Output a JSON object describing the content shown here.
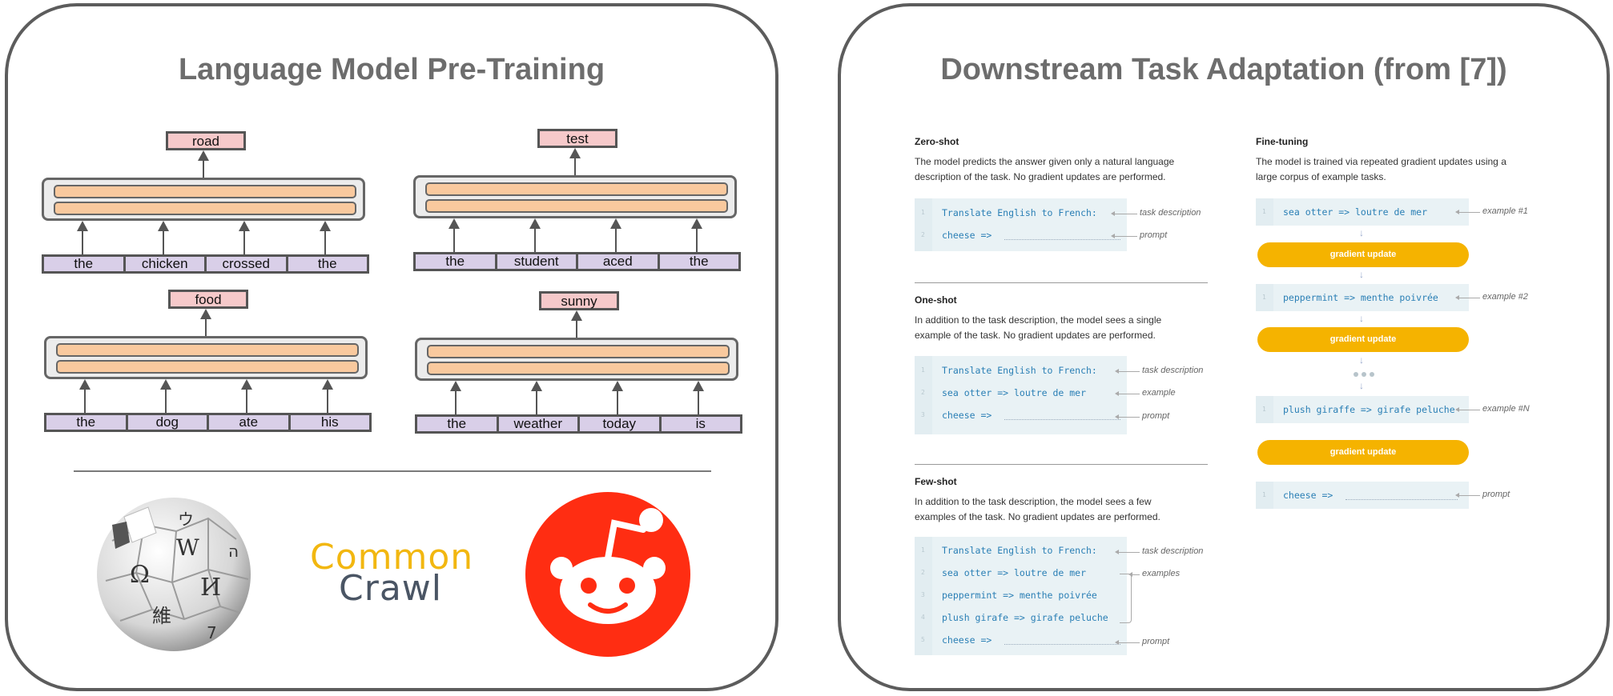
{
  "left_panel": {
    "title": "Language Model Pre-Training",
    "diagrams": [
      {
        "output": "road",
        "tokens": [
          "the",
          "chicken",
          "crossed",
          "the"
        ]
      },
      {
        "output": "test",
        "tokens": [
          "the",
          "student",
          "aced",
          "the"
        ]
      },
      {
        "output": "food",
        "tokens": [
          "the",
          "dog",
          "ate",
          "his"
        ]
      },
      {
        "output": "sunny",
        "tokens": [
          "the",
          "weather",
          "today",
          "is"
        ]
      }
    ],
    "logos": {
      "wikipedia": {
        "icon": "wikipedia-globe-icon",
        "glyphs": [
          "Ω",
          "W",
          "И",
          "維",
          "ウ",
          "7",
          "ה"
        ]
      },
      "common_crawl": {
        "line1": "Common",
        "line2": "Crawl",
        "color1": "#f2b710",
        "color2": "#4a5564"
      },
      "reddit": {
        "icon": "reddit-alien-icon",
        "color": "#ff2d12"
      }
    }
  },
  "right_panel": {
    "title": "Downstream Task Adaptation (from [7])",
    "zero_shot": {
      "title": "Zero-shot",
      "desc": [
        "The model predicts the answer given only a natural language",
        "description of the task. No gradient updates are performed."
      ],
      "lines": [
        "Translate English to French:",
        "cheese =>"
      ],
      "numbers": [
        "1",
        "2"
      ],
      "annotations": [
        "task description",
        "prompt"
      ]
    },
    "one_shot": {
      "title": "One-shot",
      "desc": [
        "In addition to the task description, the model sees a single",
        "example of the task. No gradient updates are performed."
      ],
      "lines": [
        "Translate English to French:",
        "sea otter => loutre de mer",
        "cheese =>"
      ],
      "numbers": [
        "1",
        "2",
        "3"
      ],
      "annotations": [
        "task description",
        "example",
        "prompt"
      ]
    },
    "few_shot": {
      "title": "Few-shot",
      "desc": [
        "In addition to the task description, the model sees a few",
        "examples of the task. No gradient updates are performed."
      ],
      "lines": [
        "Translate English to French:",
        "sea otter => loutre de mer",
        "peppermint => menthe poivrée",
        "plush girafe => girafe peluche",
        "cheese =>"
      ],
      "numbers": [
        "1",
        "2",
        "3",
        "4",
        "5"
      ],
      "annotations": [
        "task description",
        "examples",
        "prompt"
      ]
    },
    "fine_tuning": {
      "title": "Fine-tuning",
      "desc": [
        "The model is trained via repeated gradient updates using a",
        "large corpus of example tasks."
      ],
      "examples": [
        "sea otter => loutre de mer",
        "peppermint => menthe poivrée",
        "plush giraffe => girafe peluche"
      ],
      "example_labels": [
        "example #1",
        "example #2",
        "example #N"
      ],
      "gradient_label": "gradient update",
      "prompt_line": "cheese =>",
      "prompt_label": "prompt",
      "line_number": "1",
      "accent": "#f5b300"
    }
  }
}
